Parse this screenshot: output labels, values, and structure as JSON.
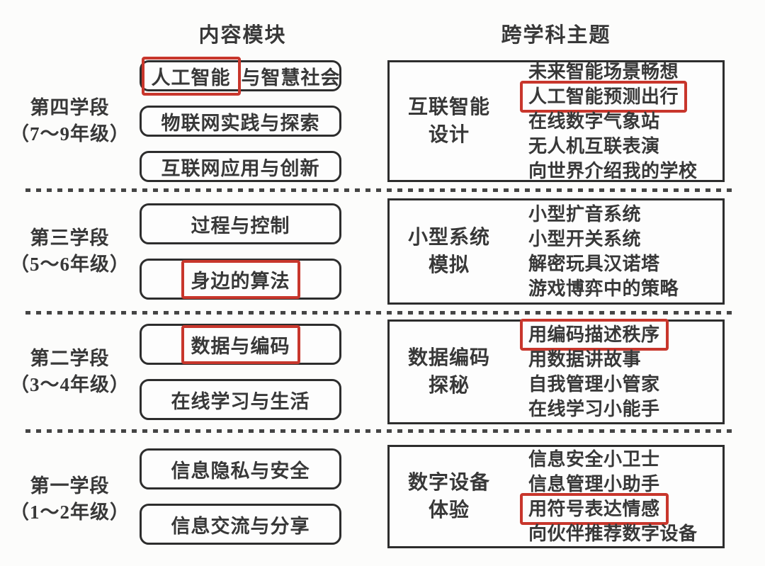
{
  "page": {
    "background": "#fcfcfb",
    "text_color": "#383838",
    "line_color": "#2d2d2d",
    "highlight_color": "#c8362c"
  },
  "headers": {
    "content_modules": "内容模块",
    "interdisciplinary_themes": "跨学科主题"
  },
  "sections": [
    {
      "stage": "第四学段",
      "grades": "（7～9年级）",
      "modules": [
        {
          "hl": "人工智能",
          "rest": "与智慧社会"
        },
        {
          "hl": "",
          "rest": "物联网实践与探索"
        },
        {
          "hl": "",
          "rest": "互联网应用与创新"
        }
      ],
      "theme": {
        "line1": "互联智能",
        "line2": "设计",
        "topics": [
          {
            "text": "未来智能场景畅想",
            "highlight": false
          },
          {
            "text": "人工智能预测出行",
            "highlight": true
          },
          {
            "text": "在线数字气象站",
            "highlight": false
          },
          {
            "text": "无人机互联表演",
            "highlight": false
          },
          {
            "text": "向世界介绍我的学校",
            "highlight": false
          }
        ]
      }
    },
    {
      "stage": "第三学段",
      "grades": "（5～6年级）",
      "modules": [
        {
          "hl": "",
          "rest": "过程与控制"
        },
        {
          "hl": "身边的算法",
          "rest": ""
        }
      ],
      "theme": {
        "line1": "小型系统",
        "line2": "模拟",
        "topics": [
          {
            "text": "小型扩音系统",
            "highlight": false
          },
          {
            "text": "小型开关系统",
            "highlight": false
          },
          {
            "text": "解密玩具汉诺塔",
            "highlight": false
          },
          {
            "text": "游戏博弈中的策略",
            "highlight": false
          }
        ]
      }
    },
    {
      "stage": "第二学段",
      "grades": "（3～4年级）",
      "modules": [
        {
          "hl": "数据与编码",
          "rest": ""
        },
        {
          "hl": "",
          "rest": "在线学习与生活"
        }
      ],
      "theme": {
        "line1": "数据编码",
        "line2": "探秘",
        "topics": [
          {
            "text": "用编码描述秩序",
            "highlight": true
          },
          {
            "text": "用数据讲故事",
            "highlight": false
          },
          {
            "text": "自我管理小管家",
            "highlight": false
          },
          {
            "text": "在线学习小能手",
            "highlight": false
          }
        ]
      }
    },
    {
      "stage": "第一学段",
      "grades": "（1～2年级）",
      "modules": [
        {
          "hl": "",
          "rest": "信息隐私与安全"
        },
        {
          "hl": "",
          "rest": "信息交流与分享"
        }
      ],
      "theme": {
        "line1": "数字设备",
        "line2": "体验",
        "topics": [
          {
            "text": "信息安全小卫士",
            "highlight": false
          },
          {
            "text": "信息管理小助手",
            "highlight": false
          },
          {
            "text": "用符号表达情感",
            "highlight": true
          },
          {
            "text": "向伙伴推荐数字设备",
            "highlight": false
          }
        ]
      }
    }
  ]
}
